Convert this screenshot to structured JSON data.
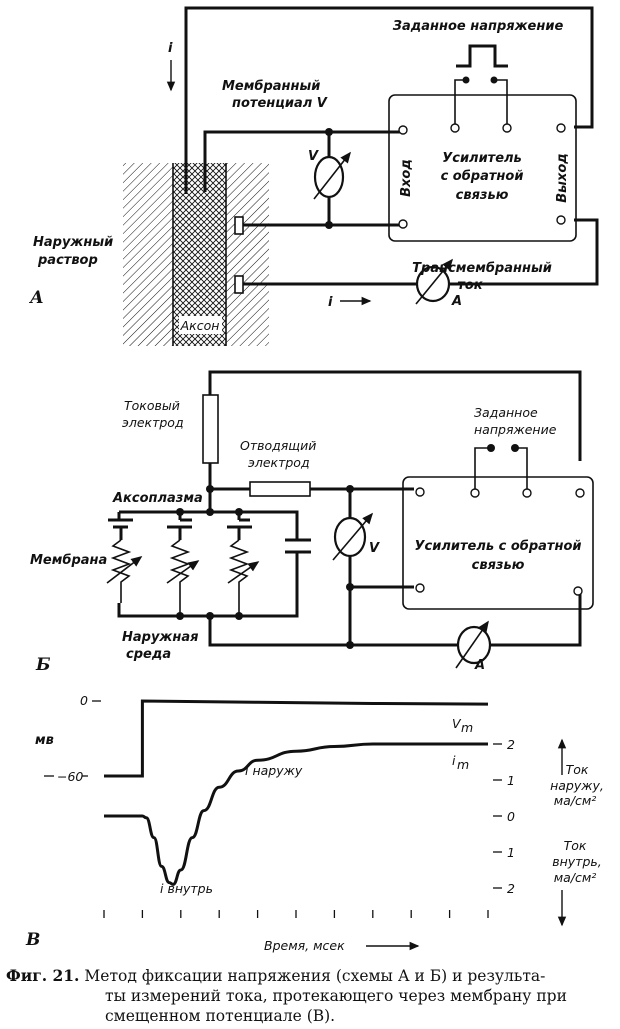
{
  "figure": {
    "number_label": "Фиг. 21.",
    "caption_line1": "Метод фиксации напряжения (схемы А и Б) и результа-",
    "caption_line2": "ты измерений тока, протекающего через мембрану при",
    "caption_line3": "смещенном потенциале (В)."
  },
  "panel_a": {
    "label": "А",
    "current_arrow_label": "i",
    "set_voltage": "Заданное напряжение",
    "membrane_potential_line1": "Мембранный",
    "membrane_potential_line2": "потенциал V",
    "voltmeter": "V",
    "input": "Вход",
    "output": "Выход",
    "amp_line1": "Усилитель",
    "amp_line2": "с обратной",
    "amp_line3": "связью",
    "outer_solution_line1": "Наружный",
    "outer_solution_line2": "раствор",
    "axon": "Аксон",
    "current_label": "i",
    "ammeter": "А",
    "transmembrane_line1": "Трансмембранный",
    "transmembrane_line2": "ток"
  },
  "panel_b": {
    "label": "Б",
    "current_electrode_line1": "Токовый",
    "current_electrode_line2": "электрод",
    "drain_electrode_line1": "Отводящий",
    "drain_electrode_line2": "электрод",
    "set_voltage_line1": "Заданное",
    "set_voltage_line2": "напряжение",
    "axoplasm": "Аксоплазма",
    "membrane": "Мембрана",
    "outer_medium_line1": "Наружная",
    "outer_medium_line2": "среда",
    "voltmeter": "V",
    "amp_line1": "Усилитель с обратной",
    "amp_line2": "связью",
    "ammeter": "А"
  },
  "chart_data": {
    "type": "line",
    "panel_label": "В",
    "title": "",
    "xlabel": "Время, мсек",
    "left_axis": {
      "unit_label": "мв",
      "ticks": [
        "0",
        "−60"
      ],
      "values": [
        0,
        -60
      ]
    },
    "right_axis": {
      "ticks": [
        "2",
        "1",
        "0",
        "1",
        "2"
      ],
      "values": [
        2,
        1,
        0,
        -1,
        -2
      ],
      "outward_label_line1": "Ток",
      "outward_label_line2": "наружу,",
      "outward_label_line3": "ма/см²",
      "inward_label_line1": "Ток",
      "inward_label_line2": "внутрь,",
      "inward_label_line3": "ма/см²"
    },
    "x_ticks_count": 11,
    "ylim_current": [
      -2,
      2.6
    ],
    "series": [
      {
        "name": "Vm",
        "label": "Vm",
        "axis": "voltage_mv",
        "x": [
          0,
          1,
          1,
          4,
          7,
          10
        ],
        "y": [
          -60,
          -60,
          0,
          -1,
          -2,
          -2.5
        ]
      },
      {
        "name": "im",
        "label": "im",
        "axis": "current_ma_cm2",
        "x": [
          0,
          1,
          1.1,
          1.3,
          1.5,
          1.7,
          1.8,
          2.0,
          2.3,
          2.6,
          3,
          3.5,
          4,
          5,
          6,
          7,
          8,
          10
        ],
        "y": [
          0,
          0,
          -0.05,
          -0.6,
          -1.4,
          -1.85,
          -1.9,
          -1.5,
          -0.6,
          0.15,
          0.8,
          1.25,
          1.55,
          1.8,
          1.93,
          2.0,
          2.0,
          2.0
        ]
      }
    ],
    "annotations": {
      "outward": "i наружу",
      "inward": "i внутрь",
      "vm_label_main": "V",
      "vm_label_sub": "m",
      "im_label_main": "i",
      "im_label_sub": "m"
    }
  }
}
